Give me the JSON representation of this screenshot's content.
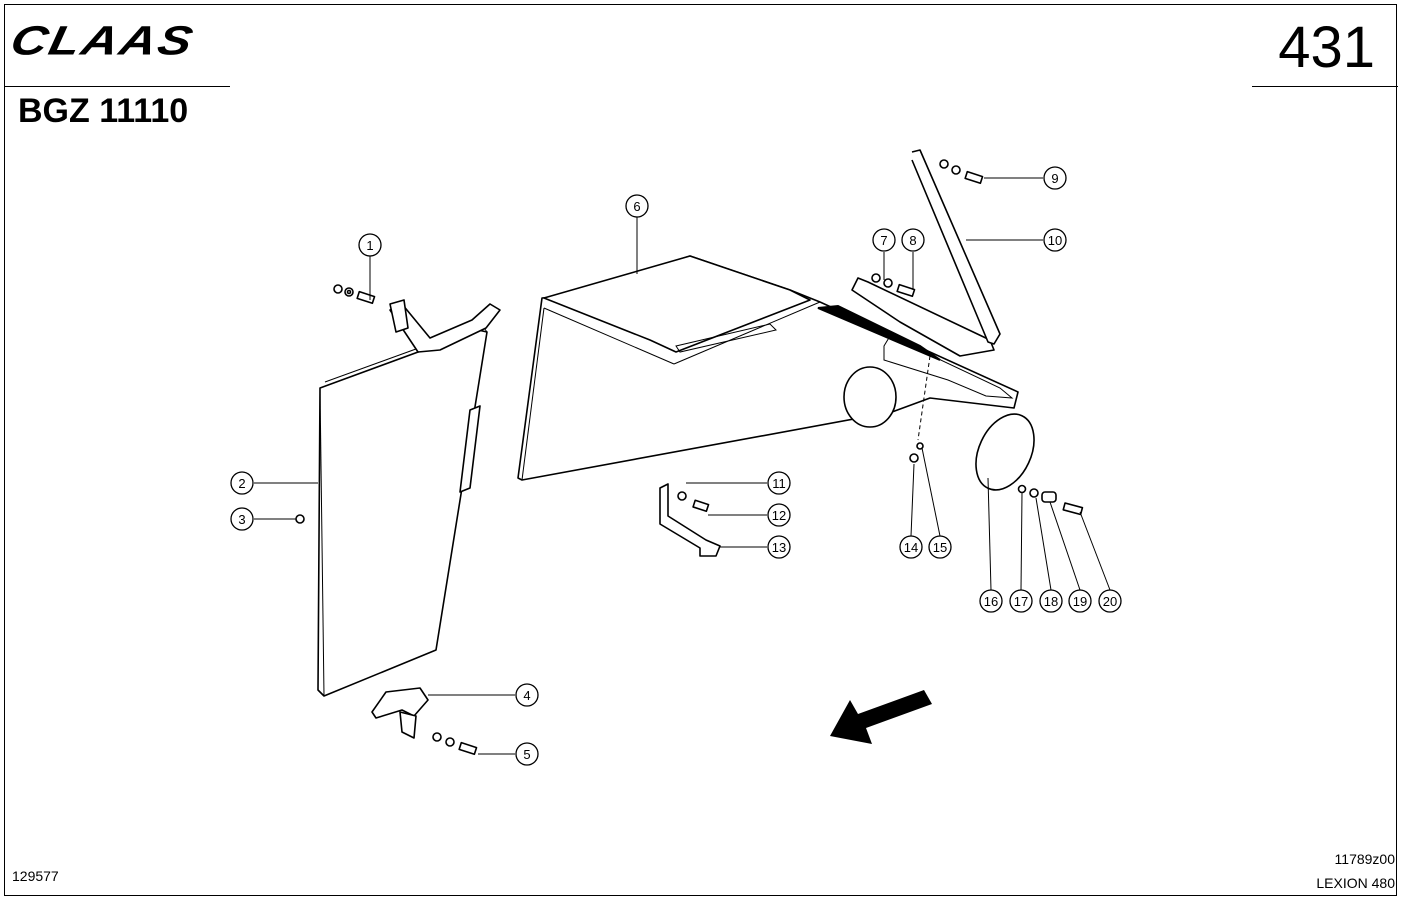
{
  "header": {
    "brand": "CLAAS",
    "group_code": "BGZ 11110",
    "page_number": "431"
  },
  "footer": {
    "left_code": "129577",
    "drawing_code": "11789z00",
    "model": "LEXION 480"
  },
  "callouts": {
    "c1": "1",
    "c2": "2",
    "c3": "3",
    "c4": "4",
    "c5": "5",
    "c6": "6",
    "c7": "7",
    "c8": "8",
    "c9": "9",
    "c10": "10",
    "c11": "11",
    "c12": "12",
    "c13": "13",
    "c14": "14",
    "c15": "15",
    "c16": "16",
    "c17": "17",
    "c18": "18",
    "c19": "19",
    "c20": "20"
  }
}
